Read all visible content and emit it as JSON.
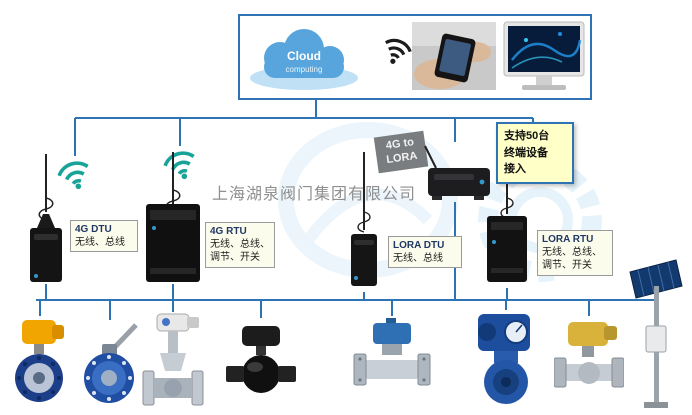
{
  "colors": {
    "connector_blue": "#2e74b5",
    "note_bg": "#ffffc8",
    "note_border": "#2e74b5",
    "wifi_teal": "#17a398",
    "label_title_navy": "#1f3864",
    "cloud_blue": "#57a5dc",
    "watermark_gray": "#8f8f8f",
    "watermark_blue": "#7ec3e8"
  },
  "cloud": {
    "line1": "Cloud",
    "line2": "computing"
  },
  "gateway_label": {
    "line1": "4G to",
    "line2": "LORA"
  },
  "note": {
    "line1": "支持50台",
    "line2": "终端设备",
    "line3": "接入"
  },
  "device_labels": {
    "dtu4g": {
      "title": "4G DTU",
      "line1": "无线、总线"
    },
    "rtu4g": {
      "title": "4G RTU",
      "line1": "无线、总线、",
      "line2": "调节、开关"
    },
    "lora_dtu": {
      "title": "LORA DTU",
      "line1": "无线、总线"
    },
    "lora_rtu": {
      "title": "LORA RTU",
      "line1": "无线、总线、",
      "line2": "调节、开关"
    }
  },
  "watermark": {
    "company": "上海湖泉阀门集团有限公司"
  },
  "images": {
    "cloud_graphic": "cloud-computing-graphic",
    "wifi_top": "wifi-signal-icon",
    "phone_photo": "hand-holding-smartphone-photo",
    "monitor_photo": "computer-monitor-photo",
    "wifi_left_1": "wifi-signal-icon",
    "wifi_left_2": "wifi-signal-icon",
    "modem_4g_dtu": "4g-dtu-modem-with-antenna",
    "modem_4g_rtu": "4g-rtu-modem-with-antenna",
    "gateway_4g_lora": "4g-to-lora-gateway-modem",
    "modem_lora_dtu": "lora-dtu-modem-with-antenna",
    "modem_lora_rtu": "lora-rtu-modem-with-antenna",
    "valve_1": "electric-butterfly-valve-yellow-actuator",
    "valve_2": "blue-wafer-butterfly-valve-with-lever",
    "valve_3": "electric-gate-valve",
    "valve_4": "black-plastic-electric-ball-valve",
    "valve_5": "stainless-flanged-ball-valve-blue-actuator",
    "valve_6": "blue-quarter-turn-electric-actuator-valve",
    "valve_7": "yellow-actuator-flanged-ball-valve",
    "valve_8": "solar-powered-monitoring-pole"
  }
}
